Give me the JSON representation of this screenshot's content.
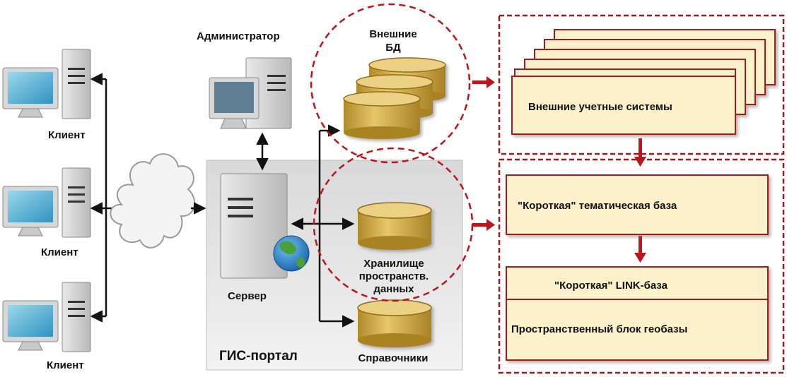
{
  "nodes": {
    "client_top": "Клиент",
    "client_middle": "Клиент",
    "client_bottom": "Клиент",
    "administrator": "Администратор",
    "server": "Сервер",
    "gis_portal": "ГИС-портал",
    "external_db_line1": "Внешние",
    "external_db_line2": "БД",
    "storage_line1": "Хранилище",
    "storage_line2": "пространств.",
    "storage_line3": "данных",
    "directories": "Справочники"
  },
  "right_panel": {
    "external_systems": "Внешние учетные системы",
    "short_thematic_base": "\"Короткая\" тематическая база",
    "short_link_base": "\"Короткая\" LINK-база",
    "spatial_geobase_block": "Пространственный блок геобазы"
  },
  "colors": {
    "accent_red": "#c0141c",
    "box_fill": "#fdf1cc",
    "box_border": "#a11a1a",
    "cylinder_gold": "#d9b553",
    "portal_panel": "#ebebeb"
  }
}
